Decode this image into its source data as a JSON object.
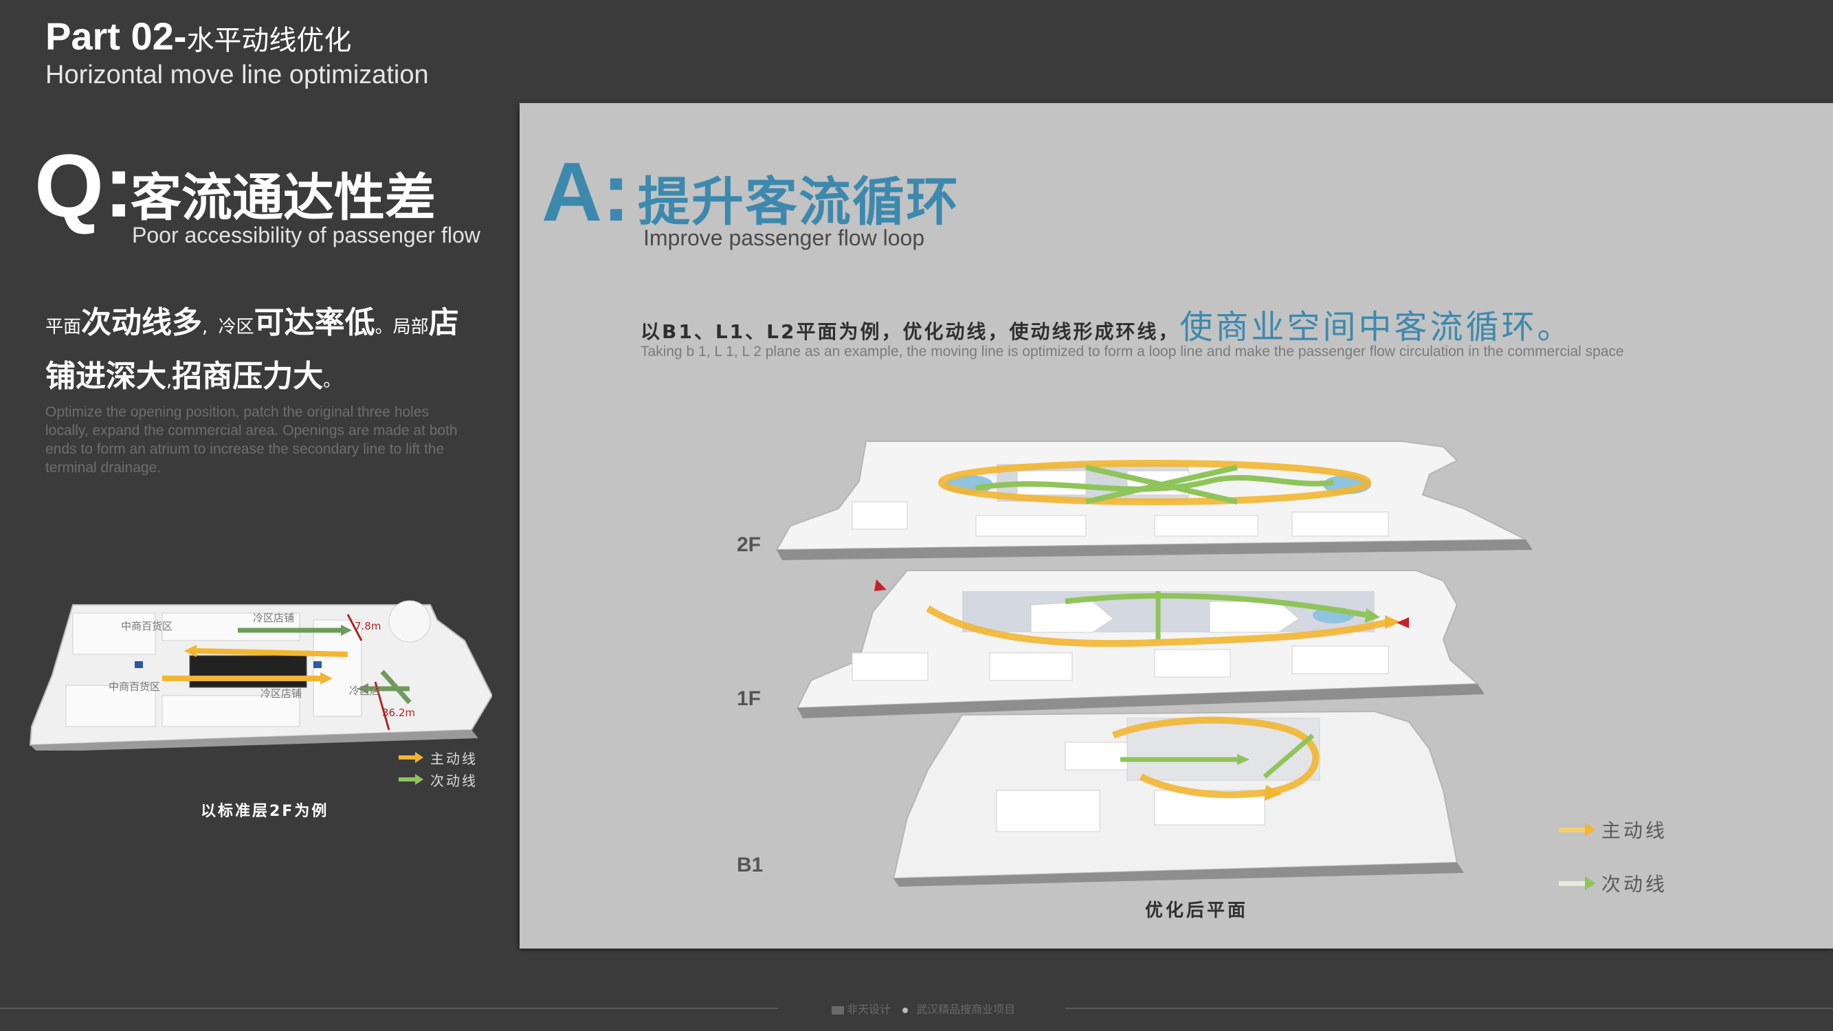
{
  "header": {
    "title_en": "Part 02-",
    "title_zh": "水平动线优化",
    "subtitle": "Horizontal move line optimization"
  },
  "question": {
    "letter": "Q:",
    "title": "客流通达性差",
    "subtitle": "Poor accessibility of passenger flow",
    "body": {
      "p1_small": "平面",
      "p1_big": "次动线多",
      "p1_sep": ",",
      "p2_small": "冷区",
      "p2_big": "可达率低",
      "p2_sep": "。",
      "p3_small": "局部",
      "p3_big": "店铺进深大",
      "p3_sep": ",",
      "p4_big": "招商压力大",
      "p4_sep": "。"
    },
    "description": "Optimize the opening position, patch the original three holes locally, expand the commercial area. Openings are made at both ends to form an atrium to increase the secondary line to lift the terminal drainage."
  },
  "left_plan": {
    "labels": {
      "zone_a": "中商百货区",
      "zone_b": "中商百货区",
      "cold_top": "冷区店铺",
      "cold_bottom": "冷区店铺",
      "cold_right": "冷区店",
      "dim_top": "7.8m",
      "dim_right": "36.2m"
    },
    "legend": {
      "main": "主动线",
      "secondary": "次动线"
    },
    "caption": "以标准层2F为例"
  },
  "answer": {
    "letter": "A:",
    "title": "提升客流循环",
    "subtitle": "Improve passenger flow loop",
    "intro_zh": "以B1、L1、L2平面为例，优化动线，使动线形成环线，",
    "intro_highlight": "使商业空间中客流循环。",
    "intro_en": "Taking b 1, L 1, L 2 plane as an example, the moving line is optimized to form a loop line and make the passenger flow circulation in the commercial space"
  },
  "floors": {
    "f2": "2F",
    "f1": "1F",
    "b1": "B1"
  },
  "right_caption": "优化后平面",
  "right_legend": {
    "main": "主动线",
    "secondary": "次动线"
  },
  "footer": {
    "brand": "非天设计",
    "project": "武汉精品搜商业项目"
  },
  "colors": {
    "background": "#3b3b3c",
    "panel": "#c3c3c3",
    "accent_blue": "#3d89ad",
    "main_line": "#f2b632",
    "secondary_line": "#8fc45a",
    "entrance_arrow": "#c8202a"
  }
}
